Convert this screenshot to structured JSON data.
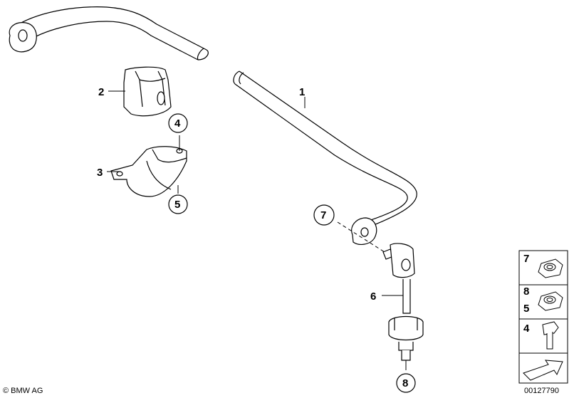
{
  "callouts": {
    "c1": "1",
    "c2": "2",
    "c3": "3",
    "c4": "4",
    "c5": "5",
    "c6": "6",
    "c7": "7",
    "c8": "8"
  },
  "side_panel": {
    "p1_label": "7",
    "p2_label_a": "8",
    "p2_label_b": "5",
    "p3_label": "4"
  },
  "footer": {
    "copyright": "© BMW AG",
    "diagram_number": "00127790"
  },
  "icons": [
    "stabilizer-bar",
    "rubber-mounting",
    "mounting-bracket",
    "connecting-rod",
    "collar-nut",
    "hex-bolt",
    "arrow-icon"
  ]
}
